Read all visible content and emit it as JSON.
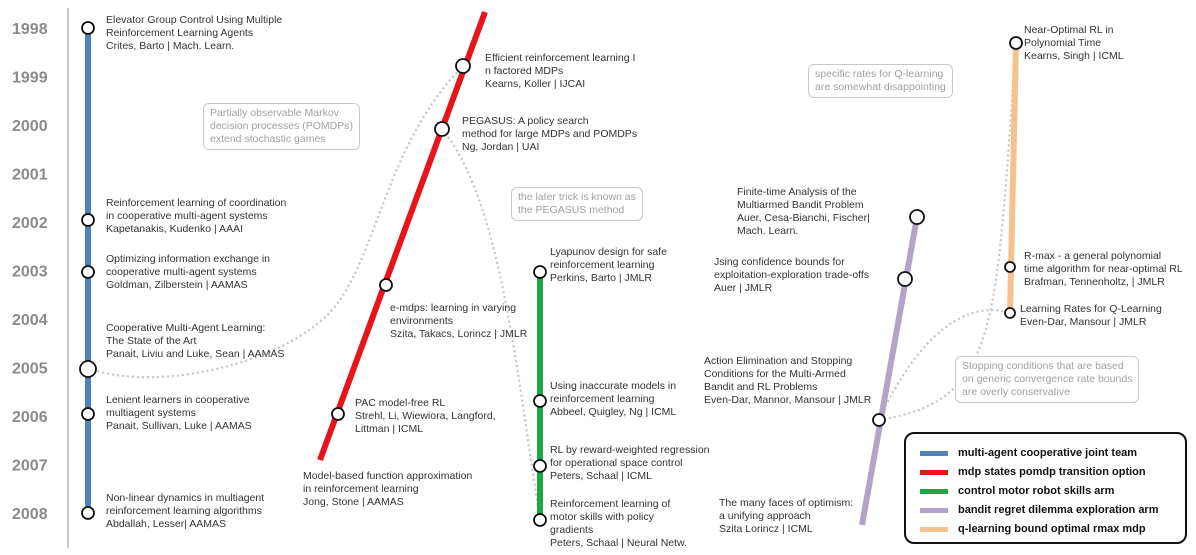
{
  "years": [
    "1998",
    "1999",
    "2000",
    "2001",
    "2002",
    "2003",
    "2004",
    "2005",
    "2006",
    "2007",
    "2008"
  ],
  "colors": {
    "blue": "#4f81bd",
    "red": "#e8141b",
    "green": "#1aa845",
    "purple": "#b3a2c9",
    "orange": "#f6c18e"
  },
  "papers": {
    "p1": [
      "Elevator Group Control Using  Multiple",
      "Reinforcement  Learning Agents",
      "Crites, Barto | Mach. Learn."
    ],
    "p2": [
      "Reinforcement learning of  coordination",
      "in cooperative  multi-agent systems",
      "Kapetanakis, Kudenko | AAAI"
    ],
    "p3": [
      "Optimizing information  exchange in",
      "cooperative multi-agent systems",
      "Goldman,  Zilberstein | AAMAS"
    ],
    "p4": [
      "Cooperative Multi-Agent  Learning:",
      "The State of the  Art",
      "Panait, Liviu and   Luke, Sean  | AAMAS"
    ],
    "p5": [
      "Lenient learners in cooperative",
      "multiagent  systems",
      "Panait, Sullivan, Luke | AAMAS"
    ],
    "p6": [
      "Non-linear dynamics in   multiagent",
      " reinforcement  learning algorithms",
      "Abdallah, Lesser| AAMAS"
    ],
    "p7": [
      "Efficient reinforcement learning I",
      "n factored MDPs",
      "Kearns, Koller | IJCAI"
    ],
    "p8": [
      "PEGASUS: A policy search",
      "method for large MDPs and POMDPs",
      "Ng, Jordan |  UAI"
    ],
    "p9": [
      "e-mdps: learning in varying",
      "environments",
      "Szita, Takacs, Lorincz | JMLR"
    ],
    "p10": [
      "PAC model-free RL",
      "Strehl, Li, Wiewiora, Langford,",
      "Littman | ICML"
    ],
    "p11": [
      "Model-based function approximation",
      "in reinforcement learning",
      "Jong, Stone | AAMAS"
    ],
    "p12": [
      "Lyapunov design for safe",
      "reinforcement learning",
      "Perkins, Barto | JMLR"
    ],
    "p13": [
      "Using inaccurate models in",
      "reinforcement learning",
      "Abbeel, Quigley, Ng | ICML"
    ],
    "p14": [
      "RL by reward-weighted regression",
      "for operational space control",
      "Peters, Schaal | ICML"
    ],
    "p15": [
      "Reinforcement learning of motor skills with policy gradients",
      "Peters, Schaal | Neural  Netw."
    ],
    "p16": [
      "Finite-time Analysis of the",
      "Multiarmed Bandit Problem",
      "Auer, Cesa-Bianchi, Fischer|",
      "Mach. Learn."
    ],
    "p17": [
      "Jsing confidence bounds for",
      "exploitation-exploration trade-offs",
      "Auer | JMLR"
    ],
    "p18": [
      "Action Elimination and Stopping",
      "Conditions for the Multi-Armed",
      "Bandit and RL Problems",
      "Even-Dar, Mannor, Mansour | JMLR"
    ],
    "p19": [
      "The many faces of optimism:",
      "a unifying approach",
      "Szita Lorincz | ICML"
    ],
    "p20": [
      "Near-Optimal RL in",
      "Polynomial Time",
      "Kearns, Singh | ICML"
    ],
    "p21": [
      "R-max - a general polynomial",
      "time algorithm for near-optimal RL",
      "Brafman, Tennenholtz, | JMLR"
    ],
    "p22": [
      "Learning Rates for Q-Learning",
      "Even-Dar, Mansour | JMLR"
    ]
  },
  "callouts": {
    "c1": [
      "Partially observable Markov",
      "decision processes (POMDPs)",
      "extend stochastic games"
    ],
    "c2": [
      "the later trick is known as",
      "the PEGASUS method"
    ],
    "c3": [
      "specific rates for Q-learning",
      "are somewhat disappointing"
    ],
    "c4": [
      "Stopping conditions that are based",
      "on generic convergence rate bounds",
      "are overly conservative"
    ]
  },
  "legend": [
    {
      "label": "multi-agent cooperative joint team",
      "color": "#4f81bd"
    },
    {
      "label": "mdp states pomdp transition option",
      "color": "#e8141b"
    },
    {
      "label": "control motor robot skills arm",
      "color": "#1aa845"
    },
    {
      "label": "bandit regret dilemma exploration arm",
      "color": "#b3a2c9"
    },
    {
      "label": "q-learning bound optimal rmax mdp",
      "color": "#f6c18e"
    }
  ]
}
